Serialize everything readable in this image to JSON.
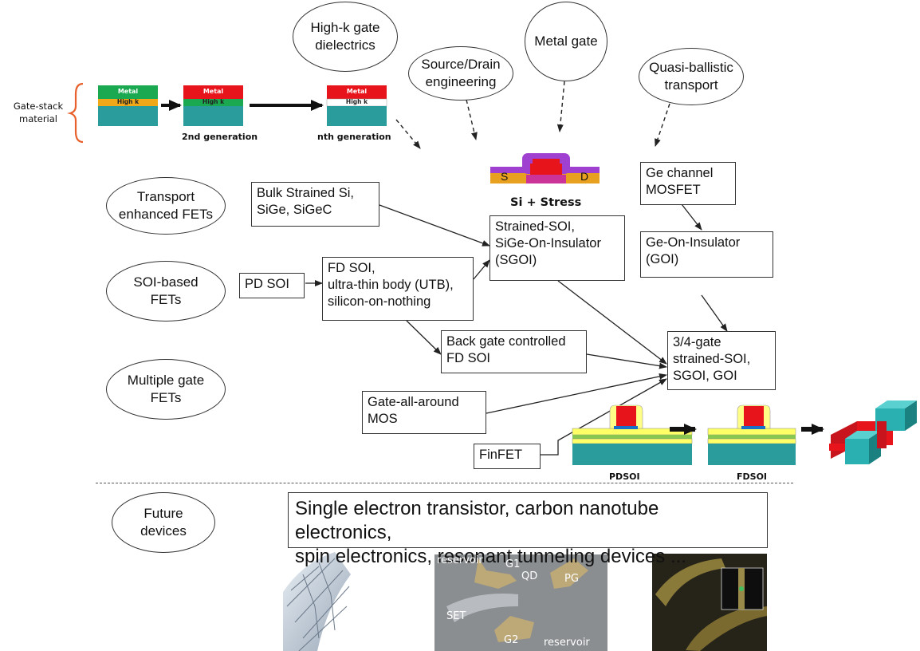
{
  "gate_stack": {
    "side_label": "Gate-stack\nmaterial",
    "gen1": {
      "top": "Metal",
      "mid": "High k"
    },
    "gen2": {
      "top": "Metal",
      "mid": "High k",
      "caption": "2nd generation"
    },
    "genn": {
      "top": "Metal",
      "mid": "High k",
      "caption": "nth generation"
    }
  },
  "bubbles": {
    "high_k": "High-k gate\ndielectrics",
    "source_drain": "Source/Drain\nengineering",
    "metal_gate": "Metal gate",
    "quasi_ballistic": "Quasi-ballistic\ntransport",
    "transport": "Transport\nenhanced FETs",
    "soi_based": "SOI-based\nFETs",
    "multiple_gate": "Multiple gate\nFETs",
    "future": "Future\ndevices"
  },
  "stress_device": {
    "s": "S",
    "d": "D",
    "caption": "Si + Stress"
  },
  "boxes": {
    "bulk_strained": "Bulk Strained Si,\nSiGe, SiGeC",
    "strained_soi": "Strained-SOI,\nSiGe-On-Insulator\n(SGOI)",
    "ge_channel": "Ge channel\nMOSFET",
    "goi": "Ge-On-Insulator\n(GOI)",
    "pd_soi": "PD SOI",
    "fd_soi": "FD SOI,\nultra-thin body (UTB),\nsilicon-on-nothing",
    "back_gate": "Back gate controlled\nFD SOI",
    "three_four_gate": "3/4-gate\nstrained-SOI,\nSGOI, GOI",
    "gaa": "Gate-all-around\nMOS",
    "finfet": "FinFET"
  },
  "device_labels": {
    "pdsoi": "PDSOI",
    "fdsoi": "FDSOI"
  },
  "future_text": "Single electron transistor, carbon nanotube electronics,\nspin electronics, resonant tunneling devices ...",
  "set_photo_labels": {
    "reservoir_top": "reservoir",
    "g1": "G1",
    "qd": "QD",
    "pg": "PG",
    "set": "SET",
    "g2": "G2",
    "reservoir_bottom": "reservoir"
  },
  "colors": {
    "metal_green": "#1aa850",
    "metal_red": "#e8141c",
    "high_k": "#f0a818",
    "substrate": "#2a9c9c",
    "stress_purple": "#a040d0",
    "sd_orange": "#e8a020"
  }
}
